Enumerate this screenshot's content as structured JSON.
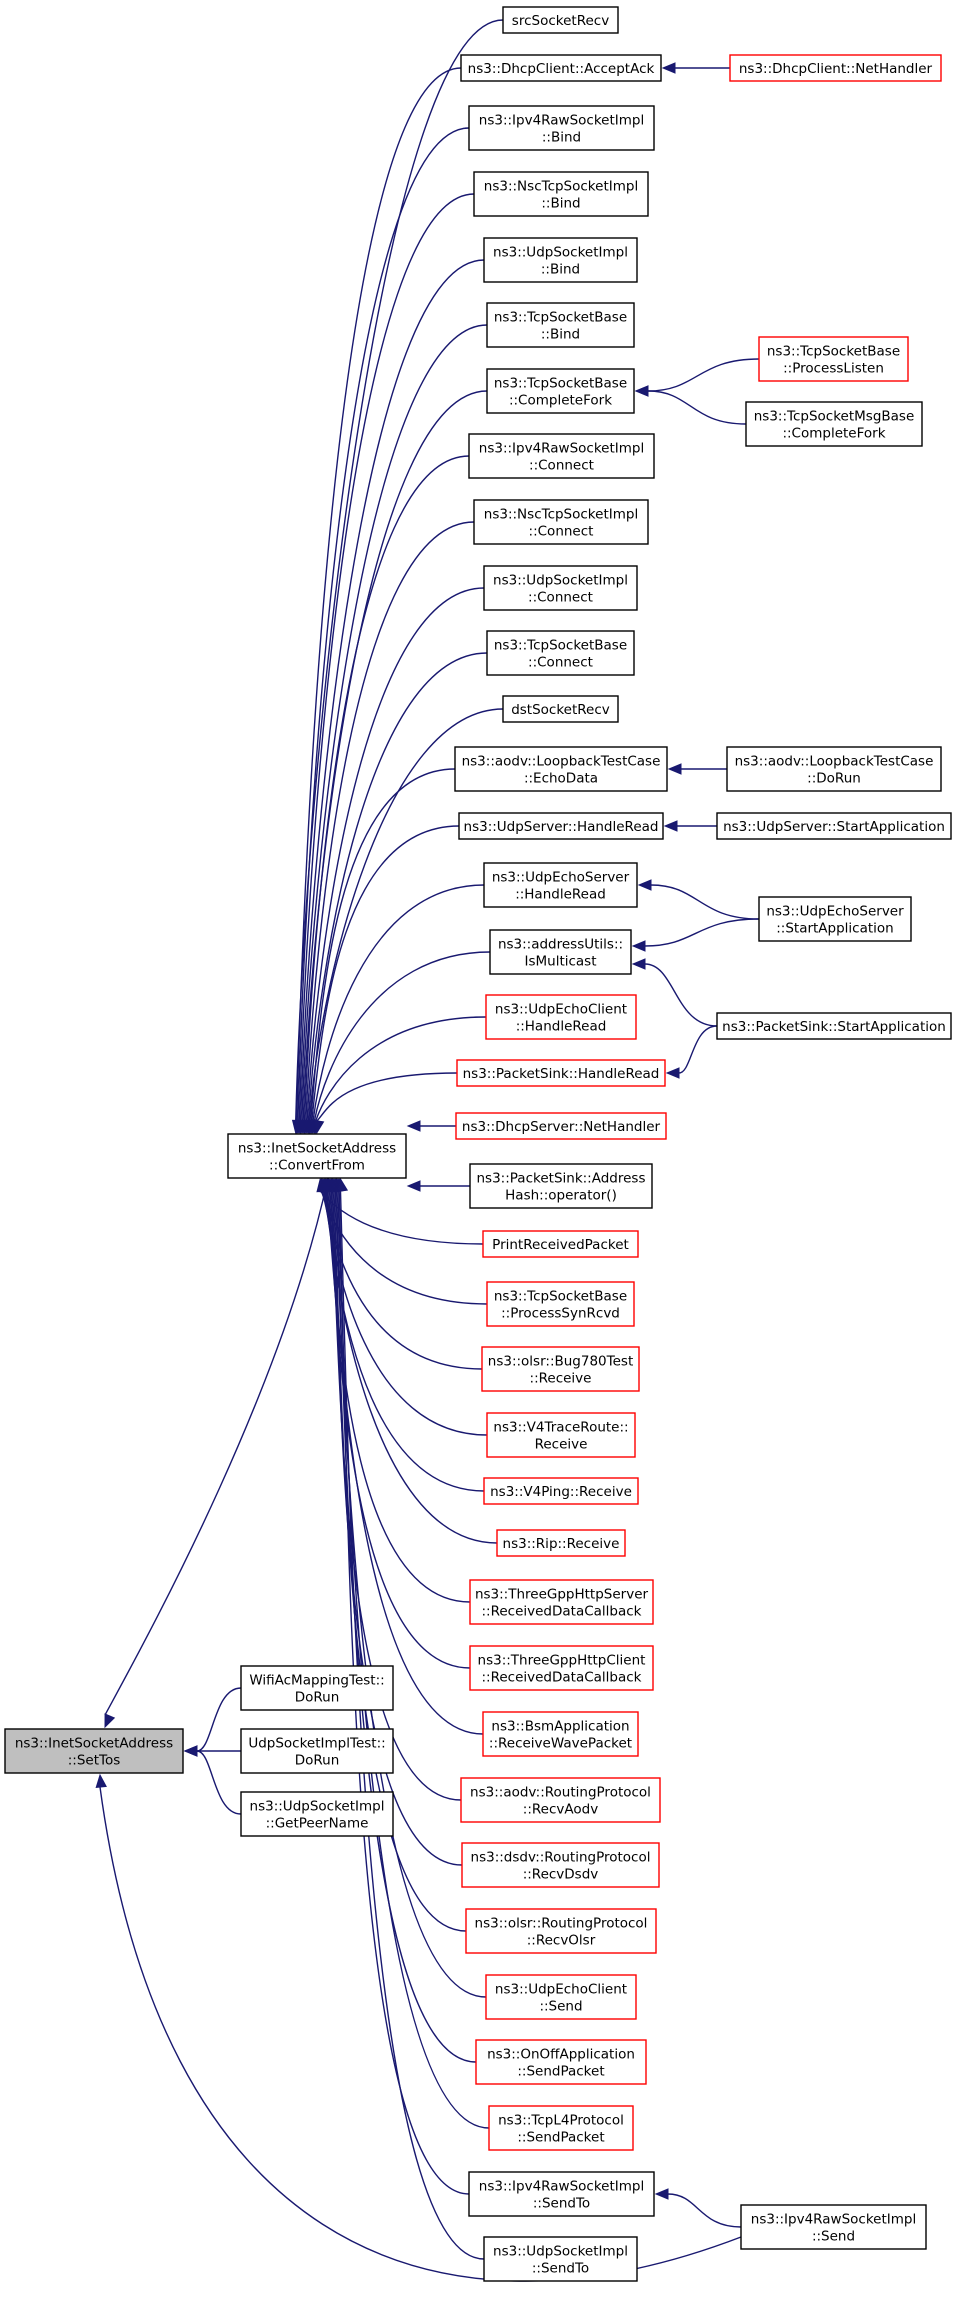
{
  "colors": {
    "edge": "#191970",
    "border_linked": "#000000",
    "border_truncated": "#ff0000",
    "fill_root": "#bfbfbf",
    "fill_default": "#ffffff"
  },
  "nodes": [
    {
      "id": "settos",
      "lines": [
        "ns3::InetSocketAddress",
        "::SetTos"
      ],
      "status": "root"
    },
    {
      "id": "convertfrom",
      "lines": [
        "ns3::InetSocketAddress",
        "::ConvertFrom"
      ],
      "status": "linked"
    },
    {
      "id": "wifiac",
      "lines": [
        "WifiAcMappingTest::",
        "DoRun"
      ],
      "status": "linked"
    },
    {
      "id": "udpimpltest",
      "lines": [
        "UdpSocketImplTest::",
        "DoRun"
      ],
      "status": "linked"
    },
    {
      "id": "getpeername",
      "lines": [
        "ns3::UdpSocketImpl",
        "::GetPeerName"
      ],
      "status": "linked"
    },
    {
      "id": "srcrecv",
      "lines": [
        "srcSocketRecv"
      ],
      "status": "linked"
    },
    {
      "id": "dhcpaccept",
      "lines": [
        "ns3::DhcpClient::AcceptAck"
      ],
      "status": "linked"
    },
    {
      "id": "ipv4rawbind",
      "lines": [
        "ns3::Ipv4RawSocketImpl",
        "::Bind"
      ],
      "status": "linked"
    },
    {
      "id": "nscbind",
      "lines": [
        "ns3::NscTcpSocketImpl",
        "::Bind"
      ],
      "status": "linked"
    },
    {
      "id": "udpbind",
      "lines": [
        "ns3::UdpSocketImpl",
        "::Bind"
      ],
      "status": "linked"
    },
    {
      "id": "tcpbind",
      "lines": [
        "ns3::TcpSocketBase",
        "::Bind"
      ],
      "status": "linked"
    },
    {
      "id": "tcpcompletefork",
      "lines": [
        "ns3::TcpSocketBase",
        "::CompleteFork"
      ],
      "status": "linked"
    },
    {
      "id": "ipv4rawconnect",
      "lines": [
        "ns3::Ipv4RawSocketImpl",
        "::Connect"
      ],
      "status": "linked"
    },
    {
      "id": "nscconnect",
      "lines": [
        "ns3::NscTcpSocketImpl",
        "::Connect"
      ],
      "status": "linked"
    },
    {
      "id": "udpconnect",
      "lines": [
        "ns3::UdpSocketImpl",
        "::Connect"
      ],
      "status": "linked"
    },
    {
      "id": "tcpconnect",
      "lines": [
        "ns3::TcpSocketBase",
        "::Connect"
      ],
      "status": "linked"
    },
    {
      "id": "dstrecv",
      "lines": [
        "dstSocketRecv"
      ],
      "status": "linked"
    },
    {
      "id": "aodvecho",
      "lines": [
        "ns3::aodv::LoopbackTestCase",
        "::EchoData"
      ],
      "status": "linked"
    },
    {
      "id": "udpserverhandle",
      "lines": [
        "ns3::UdpServer::HandleRead"
      ],
      "status": "linked"
    },
    {
      "id": "udpechoserverhandle",
      "lines": [
        "ns3::UdpEchoServer",
        "::HandleRead"
      ],
      "status": "linked"
    },
    {
      "id": "ismulticast",
      "lines": [
        "ns3::addressUtils::",
        "IsMulticast"
      ],
      "status": "linked"
    },
    {
      "id": "udpechoclienthandle",
      "lines": [
        "ns3::UdpEchoClient",
        "::HandleRead"
      ],
      "status": "truncated"
    },
    {
      "id": "packetsinkhandle",
      "lines": [
        "ns3::PacketSink::HandleRead"
      ],
      "status": "truncated"
    },
    {
      "id": "dhcpservernet",
      "lines": [
        "ns3::DhcpServer::NetHandler"
      ],
      "status": "truncated"
    },
    {
      "id": "addresshash",
      "lines": [
        "ns3::PacketSink::Address",
        "Hash::operator()"
      ],
      "status": "linked"
    },
    {
      "id": "printreceived",
      "lines": [
        "PrintReceivedPacket"
      ],
      "status": "truncated"
    },
    {
      "id": "processsynrcvd",
      "lines": [
        "ns3::TcpSocketBase",
        "::ProcessSynRcvd"
      ],
      "status": "truncated"
    },
    {
      "id": "bug780",
      "lines": [
        "ns3::olsr::Bug780Test",
        "::Receive"
      ],
      "status": "truncated"
    },
    {
      "id": "v4traceroute",
      "lines": [
        "ns3::V4TraceRoute::",
        "Receive"
      ],
      "status": "truncated"
    },
    {
      "id": "v4ping",
      "lines": [
        "ns3::V4Ping::Receive"
      ],
      "status": "truncated"
    },
    {
      "id": "rip",
      "lines": [
        "ns3::Rip::Receive"
      ],
      "status": "truncated"
    },
    {
      "id": "httpserver",
      "lines": [
        "ns3::ThreeGppHttpServer",
        "::ReceivedDataCallback"
      ],
      "status": "truncated"
    },
    {
      "id": "httpclient",
      "lines": [
        "ns3::ThreeGppHttpClient",
        "::ReceivedDataCallback"
      ],
      "status": "truncated"
    },
    {
      "id": "bsm",
      "lines": [
        "ns3::BsmApplication",
        "::ReceiveWavePacket"
      ],
      "status": "truncated"
    },
    {
      "id": "aodvrecv",
      "lines": [
        "ns3::aodv::RoutingProtocol",
        "::RecvAodv"
      ],
      "status": "truncated"
    },
    {
      "id": "dsdvrecv",
      "lines": [
        "ns3::dsdv::RoutingProtocol",
        "::RecvDsdv"
      ],
      "status": "truncated"
    },
    {
      "id": "olsrrecv",
      "lines": [
        "ns3::olsr::RoutingProtocol",
        "::RecvOlsr"
      ],
      "status": "truncated"
    },
    {
      "id": "udpechoclientsend",
      "lines": [
        "ns3::UdpEchoClient",
        "::Send"
      ],
      "status": "truncated"
    },
    {
      "id": "onoffsend",
      "lines": [
        "ns3::OnOffApplication",
        "::SendPacket"
      ],
      "status": "truncated"
    },
    {
      "id": "tcpl4send",
      "lines": [
        "ns3::TcpL4Protocol",
        "::SendPacket"
      ],
      "status": "truncated"
    },
    {
      "id": "ipv4rawsendto",
      "lines": [
        "ns3::Ipv4RawSocketImpl",
        "::SendTo"
      ],
      "status": "linked"
    },
    {
      "id": "udpsendto",
      "lines": [
        "ns3::UdpSocketImpl",
        "::SendTo"
      ],
      "status": "linked"
    },
    {
      "id": "dhcpclientnet",
      "lines": [
        "ns3::DhcpClient::NetHandler"
      ],
      "status": "truncated"
    },
    {
      "id": "processlisten",
      "lines": [
        "ns3::TcpSocketBase",
        "::ProcessListen"
      ],
      "status": "truncated"
    },
    {
      "id": "msgbasefork",
      "lines": [
        "ns3::TcpSocketMsgBase",
        "::CompleteFork"
      ],
      "status": "linked"
    },
    {
      "id": "aodvdorun",
      "lines": [
        "ns3::aodv::LoopbackTestCase",
        "::DoRun"
      ],
      "status": "linked"
    },
    {
      "id": "udpserverstart",
      "lines": [
        "ns3::UdpServer::StartApplication"
      ],
      "status": "linked"
    },
    {
      "id": "udpechoserverstart",
      "lines": [
        "ns3::UdpEchoServer",
        "::StartApplication"
      ],
      "status": "linked"
    },
    {
      "id": "packetsinkstart",
      "lines": [
        "ns3::PacketSink::StartApplication"
      ],
      "status": "linked"
    },
    {
      "id": "ipv4rawsend",
      "lines": [
        "ns3::Ipv4RawSocketImpl",
        "::Send"
      ],
      "status": "linked"
    }
  ],
  "edges": [
    {
      "from": "convertfrom",
      "to": "settos"
    },
    {
      "from": "wifiac",
      "to": "settos"
    },
    {
      "from": "udpimpltest",
      "to": "settos"
    },
    {
      "from": "getpeername",
      "to": "settos"
    },
    {
      "from": "ipv4rawsend",
      "to": "settos"
    },
    {
      "from": "srcrecv",
      "to": "convertfrom"
    },
    {
      "from": "dhcpaccept",
      "to": "convertfrom"
    },
    {
      "from": "ipv4rawbind",
      "to": "convertfrom"
    },
    {
      "from": "nscbind",
      "to": "convertfrom"
    },
    {
      "from": "udpbind",
      "to": "convertfrom"
    },
    {
      "from": "tcpbind",
      "to": "convertfrom"
    },
    {
      "from": "tcpcompletefork",
      "to": "convertfrom"
    },
    {
      "from": "ipv4rawconnect",
      "to": "convertfrom"
    },
    {
      "from": "nscconnect",
      "to": "convertfrom"
    },
    {
      "from": "udpconnect",
      "to": "convertfrom"
    },
    {
      "from": "tcpconnect",
      "to": "convertfrom"
    },
    {
      "from": "dstrecv",
      "to": "convertfrom"
    },
    {
      "from": "aodvecho",
      "to": "convertfrom"
    },
    {
      "from": "udpserverhandle",
      "to": "convertfrom"
    },
    {
      "from": "udpechoserverhandle",
      "to": "convertfrom"
    },
    {
      "from": "ismulticast",
      "to": "convertfrom"
    },
    {
      "from": "udpechoclienthandle",
      "to": "convertfrom"
    },
    {
      "from": "packetsinkhandle",
      "to": "convertfrom"
    },
    {
      "from": "dhcpservernet",
      "to": "convertfrom"
    },
    {
      "from": "addresshash",
      "to": "convertfrom"
    },
    {
      "from": "printreceived",
      "to": "convertfrom"
    },
    {
      "from": "processsynrcvd",
      "to": "convertfrom"
    },
    {
      "from": "bug780",
      "to": "convertfrom"
    },
    {
      "from": "v4traceroute",
      "to": "convertfrom"
    },
    {
      "from": "v4ping",
      "to": "convertfrom"
    },
    {
      "from": "rip",
      "to": "convertfrom"
    },
    {
      "from": "httpserver",
      "to": "convertfrom"
    },
    {
      "from": "httpclient",
      "to": "convertfrom"
    },
    {
      "from": "bsm",
      "to": "convertfrom"
    },
    {
      "from": "aodvrecv",
      "to": "convertfrom"
    },
    {
      "from": "dsdvrecv",
      "to": "convertfrom"
    },
    {
      "from": "olsrrecv",
      "to": "convertfrom"
    },
    {
      "from": "udpechoclientsend",
      "to": "convertfrom"
    },
    {
      "from": "onoffsend",
      "to": "convertfrom"
    },
    {
      "from": "tcpl4send",
      "to": "convertfrom"
    },
    {
      "from": "ipv4rawsendto",
      "to": "convertfrom"
    },
    {
      "from": "udpsendto",
      "to": "convertfrom"
    },
    {
      "from": "dhcpclientnet",
      "to": "dhcpaccept"
    },
    {
      "from": "processlisten",
      "to": "tcpcompletefork"
    },
    {
      "from": "msgbasefork",
      "to": "tcpcompletefork"
    },
    {
      "from": "aodvdorun",
      "to": "aodvecho"
    },
    {
      "from": "udpserverstart",
      "to": "udpserverhandle"
    },
    {
      "from": "udpechoserverstart",
      "to": "udpechoserverhandle"
    },
    {
      "from": "udpechoserverstart",
      "to": "ismulticast"
    },
    {
      "from": "packetsinkstart",
      "to": "ismulticast"
    },
    {
      "from": "packetsinkstart",
      "to": "packetsinkhandle"
    },
    {
      "from": "ipv4rawsend",
      "to": "ipv4rawsendto"
    }
  ]
}
